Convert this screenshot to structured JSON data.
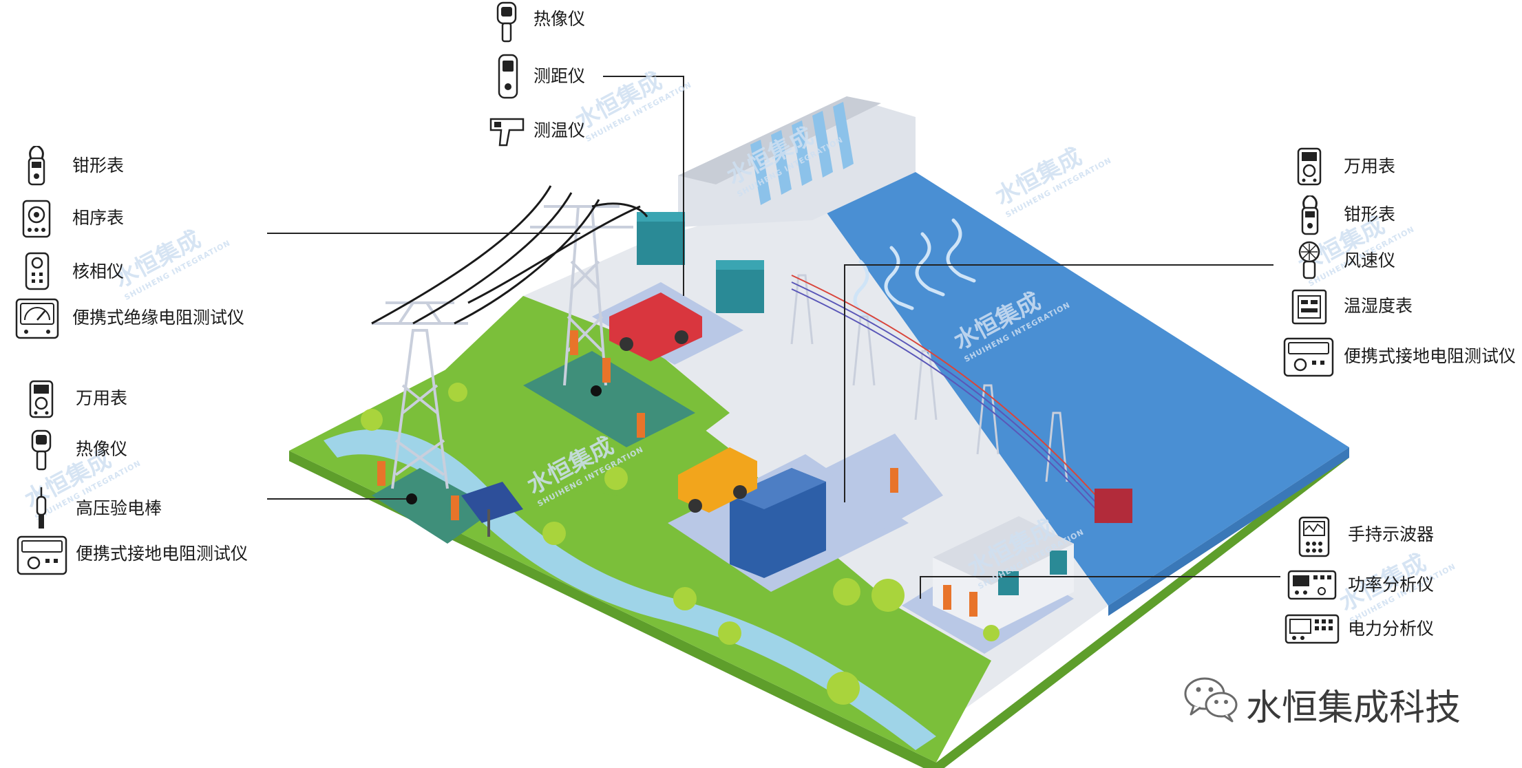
{
  "top_group": {
    "items": [
      {
        "label": "热像仪",
        "icon": "thermal-imager-icon"
      },
      {
        "label": "测距仪",
        "icon": "rangefinder-icon"
      },
      {
        "label": "测温仪",
        "icon": "infrared-thermometer-icon"
      }
    ]
  },
  "left_upper_group": {
    "items": [
      {
        "label": "钳形表",
        "icon": "clamp-meter-icon"
      },
      {
        "label": "相序表",
        "icon": "phase-sequence-meter-icon"
      },
      {
        "label": "核相仪",
        "icon": "phase-checker-icon"
      },
      {
        "label": "便携式绝缘电阻测试仪",
        "icon": "insulation-tester-icon"
      }
    ]
  },
  "left_lower_group": {
    "items": [
      {
        "label": "万用表",
        "icon": "multimeter-icon"
      },
      {
        "label": "热像仪",
        "icon": "thermal-imager-icon"
      },
      {
        "label": "高压验电棒",
        "icon": "voltage-detector-icon"
      },
      {
        "label": "便携式接地电阻测试仪",
        "icon": "earth-tester-icon"
      }
    ]
  },
  "right_upper_group": {
    "items": [
      {
        "label": "万用表",
        "icon": "multimeter-icon"
      },
      {
        "label": "钳形表",
        "icon": "clamp-meter-icon"
      },
      {
        "label": "风速仪",
        "icon": "anemometer-icon"
      },
      {
        "label": "温湿度表",
        "icon": "thermo-hygrometer-icon"
      },
      {
        "label": "便携式接地电阻测试仪",
        "icon": "earth-tester-icon"
      }
    ]
  },
  "right_lower_group": {
    "items": [
      {
        "label": "手持示波器",
        "icon": "handheld-oscilloscope-icon"
      },
      {
        "label": "功率分析仪",
        "icon": "power-analyzer-icon"
      },
      {
        "label": "电力分析仪",
        "icon": "power-quality-analyzer-icon"
      }
    ]
  },
  "watermark": {
    "text": "水恒集成",
    "subtext": "SHUIHENG INTEGRATION"
  },
  "brand": {
    "text": "水恒集成科技",
    "icon": "wechat-icon"
  },
  "colors": {
    "grass": "#7bbf3a",
    "grass_dark": "#5e9e2b",
    "water": "#4a8fd3",
    "water_light": "#8cc2ea",
    "river": "#9fd4e8",
    "ground": "#e6e9ee",
    "pad": "#b9c8e6",
    "worker": "#e8742a",
    "tower": "#e2e6f0"
  }
}
